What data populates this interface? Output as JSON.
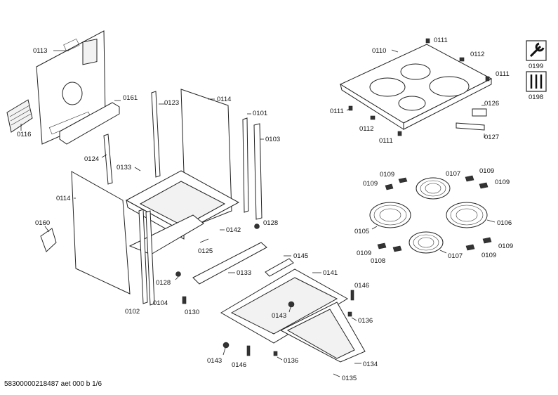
{
  "callouts": {
    "l0113": "0113",
    "l0116": "0116",
    "l0161": "0161",
    "l0123": "0123",
    "l0114a": "0114",
    "l0101": "0101",
    "l0103": "0103",
    "l0124": "0124",
    "l0133a": "0133",
    "l0114b": "0114",
    "l0160": "0160",
    "l0142": "0142",
    "l0128a": "0128",
    "l0125": "0125",
    "l0128b": "0128",
    "l0102": "0102",
    "l0104": "0104",
    "l0130": "0130",
    "l0133b": "0133",
    "l0145": "0145",
    "l0141": "0141",
    "l0146a": "0146",
    "l0143a": "0143",
    "l0136a": "0136",
    "l0143b": "0143",
    "l0146b": "0146",
    "l0136b": "0136",
    "l0134": "0134",
    "l0135": "0135",
    "l0110": "0110",
    "l0111a": "0111",
    "l0112a": "0112",
    "l0111b": "0111",
    "l0111c": "0111",
    "l0112b": "0112",
    "l0111d": "0111",
    "l0126": "0126",
    "l0127": "0127",
    "l0109a": "0109",
    "l0109b": "0109",
    "l0107a": "0107",
    "l0109c": "0109",
    "l0109d": "0109",
    "l0105": "0105",
    "l0106": "0106",
    "l0109e": "0109",
    "l0108": "0108",
    "l0107b": "0107",
    "l0109f": "0109",
    "l0109g": "0109",
    "l0199": "0199",
    "l0198": "0198"
  },
  "icons": {
    "service_tool": "wrench-icon",
    "service_kit": "tools-icon"
  },
  "footer": {
    "doc_code": "58300000218487 aet 000 b 1/6"
  }
}
